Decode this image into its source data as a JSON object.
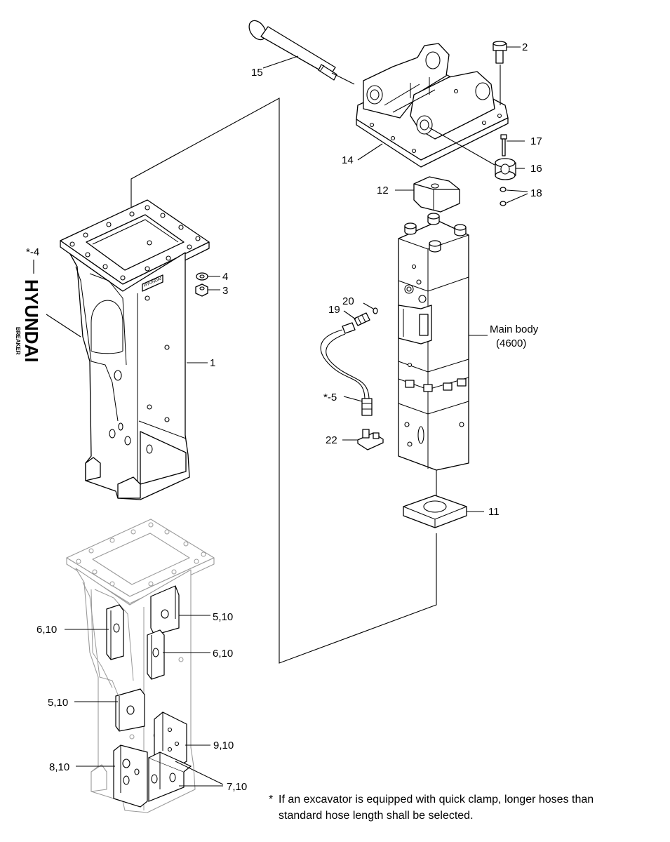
{
  "labels": {
    "l1": "1",
    "l2": "2",
    "l3": "3",
    "l4": "4",
    "l4star": "*-4",
    "l5star": "*-5",
    "l11": "11",
    "l12": "12",
    "l14": "14",
    "l15": "15",
    "l16": "16",
    "l17": "17",
    "l18": "18",
    "l19": "19",
    "l20": "20",
    "l22": "22",
    "main_body": "Main body",
    "main_body_model": "(4600)",
    "l5_10a": "5,10",
    "l6_10a": "6,10",
    "l6_10b": "6,10",
    "l5_10b": "5,10",
    "l9_10": "9,10",
    "l8_10": "8,10",
    "l7_10": "7,10"
  },
  "decal_text": "HYUNDAI",
  "decal_subtext": "BREAKER",
  "nameplate_text": "HYUNDAI",
  "footnote": {
    "star": "*",
    "line1": "If an excavator is equipped with quick clamp, longer hoses than",
    "line2": "standard hose length shall be selected."
  },
  "colors": {
    "line": "#000000",
    "ghost": "#9a9a9a",
    "background": "#ffffff"
  }
}
